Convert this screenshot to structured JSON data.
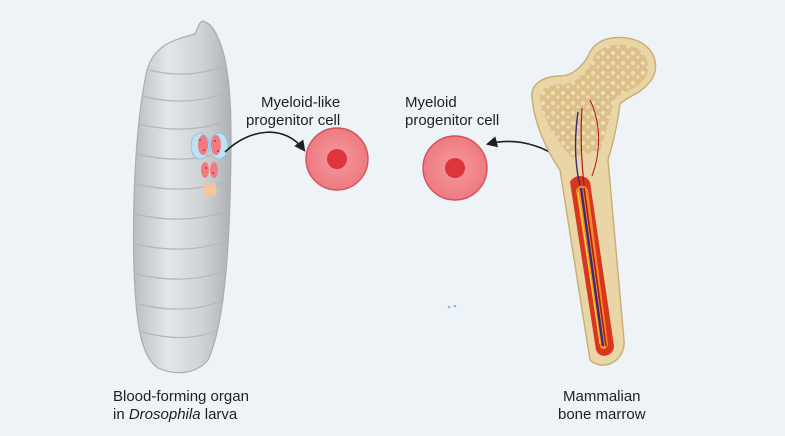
{
  "labels": {
    "larva_line1": "Blood-forming organ",
    "larva_line2_prefix": "in ",
    "larva_line2_italic": "Drosophila",
    "larva_line2_suffix": " larva",
    "myeloid_like_line1": "Myeloid-like",
    "myeloid_like_line2": "progenitor cell",
    "myeloid_line1": "Myeloid",
    "myeloid_line2": "progenitor cell",
    "marrow_line1": "Mammalian",
    "marrow_line2": "bone marrow"
  },
  "colors": {
    "background": "#eef3f8",
    "larva_body": "#d3d6d9",
    "cell_fill": "#f2848a",
    "cell_nucleus": "#e0343d",
    "bone": "#e9d5a6",
    "marrow": "#d8361f",
    "arrow": "#1f1f1f"
  }
}
